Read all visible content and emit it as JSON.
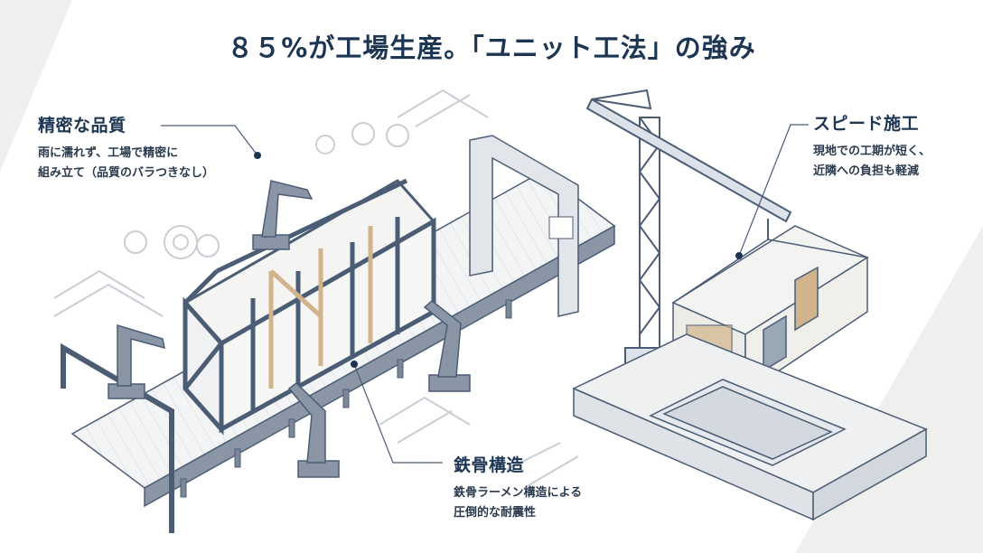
{
  "title": "８５%が工場生産。「ユニット工法」の強み",
  "callouts": {
    "quality": {
      "heading": "精密な品質",
      "lines": [
        "雨に濡れず、工場で精密に",
        "組み立て（品質のバラつきなし）"
      ]
    },
    "speed": {
      "heading": "スピード施工",
      "lines": [
        "現地での工期が短く、",
        "近隣への負担も軽減"
      ]
    },
    "steel": {
      "heading": "鉄骨構造",
      "lines": [
        "鉄骨ラーメン構造による",
        "圧倒的な耐震性"
      ]
    }
  },
  "colors": {
    "title": "#1c3553",
    "steel": "#4b5d75",
    "machine": "#7c8898",
    "wood": "#d2b48c",
    "concrete": "#e4e7ea",
    "background_accent": "#efefed"
  },
  "illustration": {
    "left_scene": "factory-assembly-line",
    "right_scene": "crane-installing-unit-on-foundation"
  }
}
